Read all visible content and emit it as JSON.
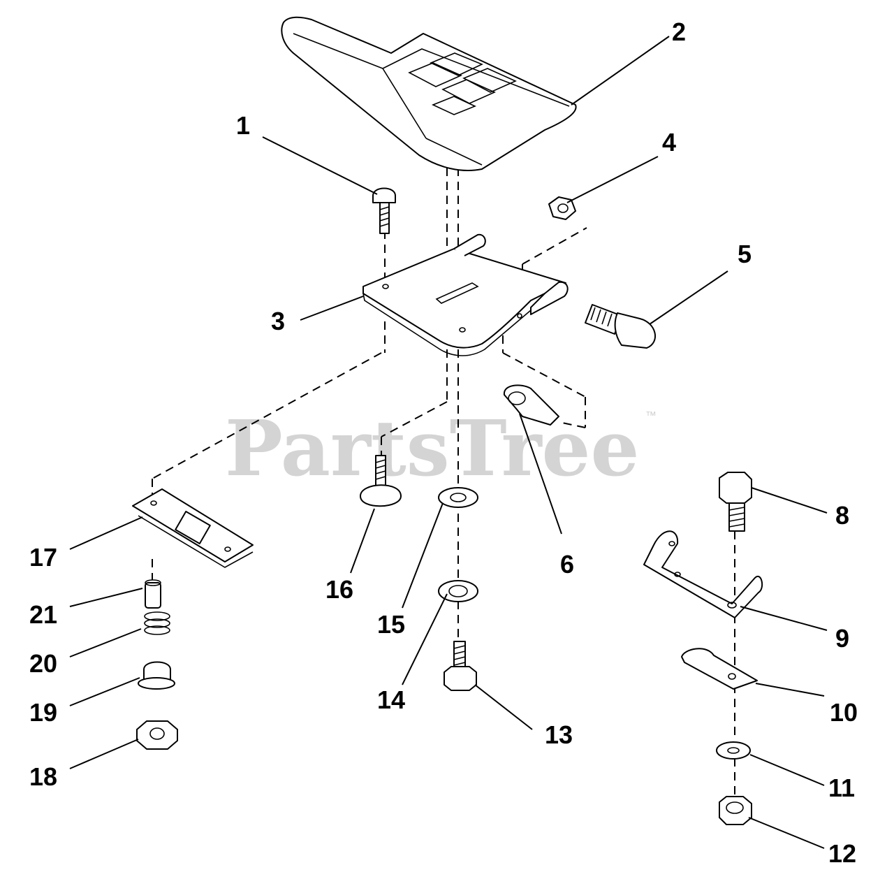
{
  "watermark": {
    "text": "PartsTree",
    "trademark": "™"
  },
  "callouts": [
    "1",
    "2",
    "3",
    "4",
    "5",
    "6",
    "8",
    "9",
    "10",
    "11",
    "12",
    "13",
    "14",
    "15",
    "16",
    "17",
    "18",
    "19",
    "20",
    "21"
  ]
}
